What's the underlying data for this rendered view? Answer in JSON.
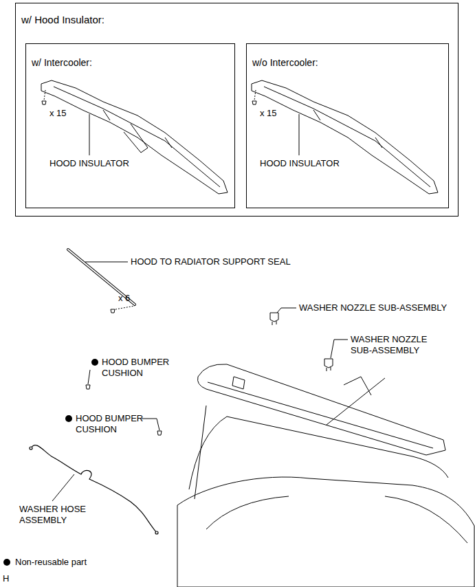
{
  "diagram": {
    "nodes": [
      {
        "text": [
          "w/ Hood Insulator:"
        ]
      },
      {
        "text": [
          "w/ Intercooler:"
        ],
        "in": 0
      },
      {
        "text": [
          "w/o Intercooler:"
        ],
        "in": 0
      }
    ],
    "labels": [
      "x 15",
      "HOOD INSULATOR",
      "x 15",
      "HOOD INSULATOR",
      "HOOD TO RADIATOR SUPPORT SEAL",
      "x 6",
      "WASHER NOZZLE SUB-ASSEMBLY",
      "WASHER NOZZLE SUB-ASSEMBLY",
      "HOOD BUMPER CUSHION",
      "HOOD BUMPER CUSHION",
      "WASHER HOSE ASSEMBLY",
      "H"
    ],
    "legend": [
      {
        "text": "Non-reusable part",
        "color": "#000000"
      }
    ]
  }
}
